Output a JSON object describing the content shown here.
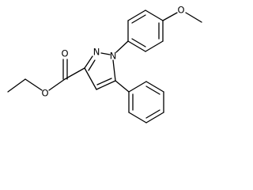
{
  "structure": {
    "atom_labels": {
      "carbonyl_oxygen": "O",
      "ester_oxygen": "O",
      "pyrazole_n2": "N",
      "pyrazole_n1": "N",
      "methoxy_oxygen": "O"
    }
  }
}
